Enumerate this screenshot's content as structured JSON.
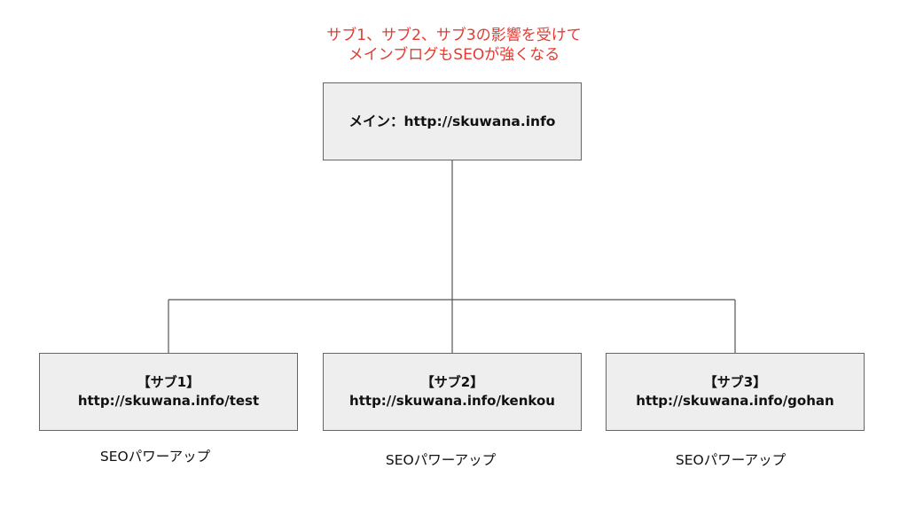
{
  "caption": {
    "line1": "サブ1、サブ2、サブ3の影響を受けて",
    "line2": "メインブログもSEOが強くなる"
  },
  "main_node": {
    "label": "メイン：http://skuwana.info"
  },
  "sub_nodes": [
    {
      "title": "【サブ1】",
      "url": "http://skuwana.info/test",
      "note": "SEOパワーアップ"
    },
    {
      "title": "【サブ2】",
      "url": "http://skuwana.info/kenkou",
      "note": "SEOパワーアップ"
    },
    {
      "title": "【サブ3】",
      "url": "http://skuwana.info/gohan",
      "note": "SEOパワーアップ"
    }
  ],
  "colors": {
    "caption": "#e53a2f",
    "node_fill": "#eeeeee",
    "node_border": "#666666",
    "connector": "#555555",
    "text": "#111111"
  }
}
